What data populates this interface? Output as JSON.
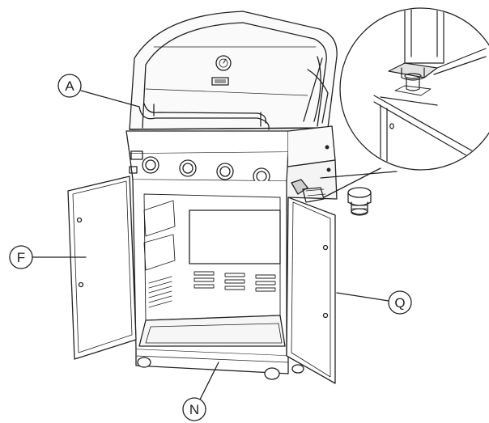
{
  "diagram": {
    "callouts": [
      {
        "id": "A",
        "label": "A"
      },
      {
        "id": "F",
        "label": "F"
      },
      {
        "id": "Q",
        "label": "Q"
      },
      {
        "id": "N",
        "label": "N"
      }
    ]
  },
  "colors": {
    "line": "#222222",
    "shade": "#d9d9d9",
    "background": "#ffffff"
  }
}
